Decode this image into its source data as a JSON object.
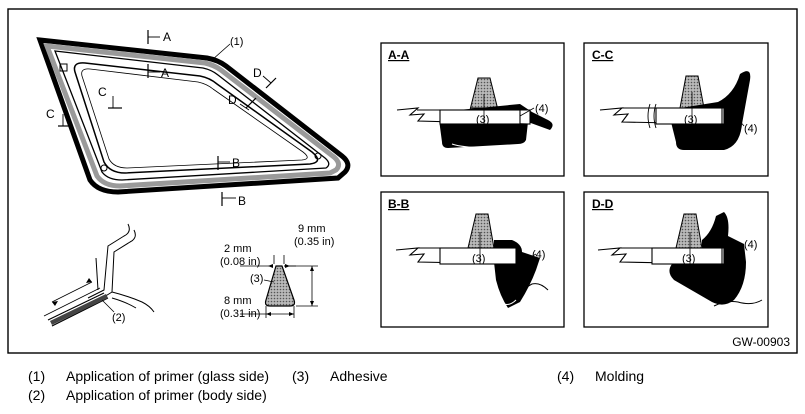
{
  "figure_code": "GW-00903",
  "section_views": [
    {
      "id": "A-A",
      "label": "A-A",
      "parts": [
        "(3)",
        "(4)"
      ]
    },
    {
      "id": "C-C",
      "label": "C-C",
      "parts": [
        "(3)",
        "(4)"
      ]
    },
    {
      "id": "B-B",
      "label": "B-B",
      "parts": [
        "(3)",
        "(4)"
      ]
    },
    {
      "id": "D-D",
      "label": "D-D",
      "parts": [
        "(3)",
        "(4)"
      ]
    }
  ],
  "window_callouts": {
    "primer_glass": "(1)",
    "primer_body": "(2)"
  },
  "section_markers": {
    "a": "A",
    "b": "B",
    "c": "C",
    "d": "D"
  },
  "bead": {
    "top_mm": "2 mm",
    "top_in": "(0.08 in)",
    "height_mm": "9 mm",
    "height_in": "(0.35 in)",
    "base_mm": "8 mm",
    "base_in": "(0.31 in)",
    "part": "(3)"
  },
  "legend": [
    {
      "num": "(1)",
      "text": "Application of primer (glass side)"
    },
    {
      "num": "(2)",
      "text": "Application of primer (body side)"
    },
    {
      "num": "(3)",
      "text": "Adhesive"
    },
    {
      "num": "(4)",
      "text": "Molding"
    }
  ]
}
